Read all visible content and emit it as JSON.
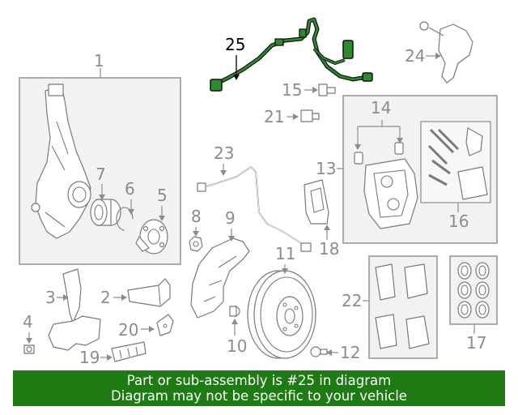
{
  "callouts": {
    "n1": "1",
    "n2": "2",
    "n3": "3",
    "n4": "4",
    "n5": "5",
    "n6": "6",
    "n7": "7",
    "n8": "8",
    "n9": "9",
    "n10": "10",
    "n11": "11",
    "n12": "12",
    "n13": "13",
    "n14": "14",
    "n15": "15",
    "n16": "16",
    "n17": "17",
    "n18": "18",
    "n19": "19",
    "n20": "20",
    "n21": "21",
    "n22": "22",
    "n23": "23",
    "n24": "24",
    "n25": "25"
  },
  "highlighted_part": "25",
  "banner": {
    "line1": "Part or sub-assembly is #25 in diagram",
    "line2": "Diagram may not be specific to your vehicle"
  },
  "colors": {
    "banner_bg": "#1e7a12",
    "highlight_stroke": "#111111",
    "highlight_fill": "#1f7a1f",
    "line_gray": "#8c8c8c"
  }
}
